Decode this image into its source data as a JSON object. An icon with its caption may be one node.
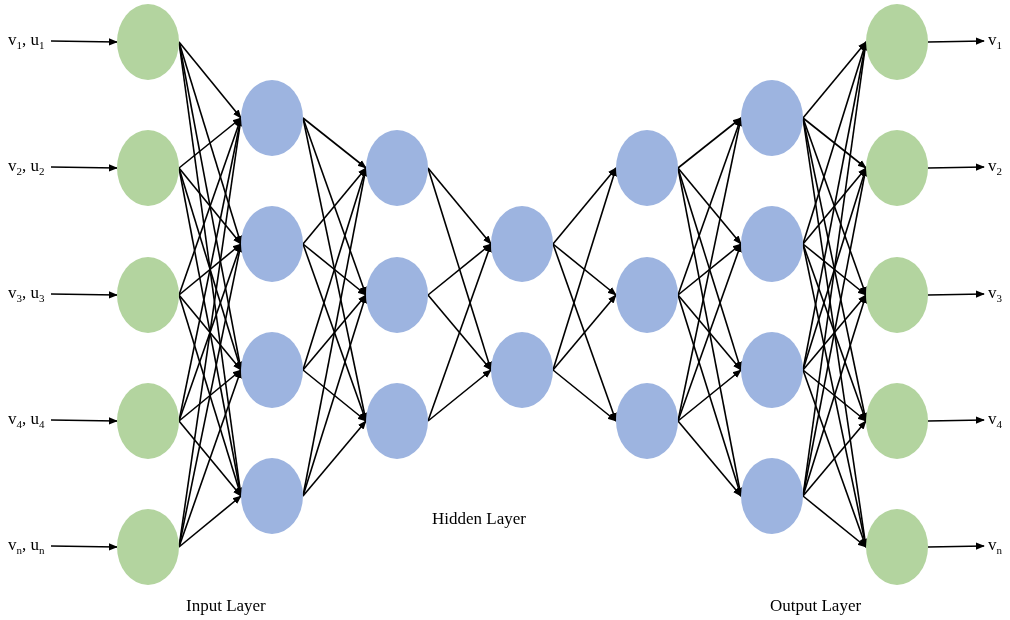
{
  "diagram": {
    "nodes": [
      {
        "text": [
          "v$_{1}$, u$_{1}$"
        ]
      },
      {
        "text": [
          "v$_{2}$, u$_{2}$"
        ]
      },
      {
        "text": [
          "v$_{3}$, u$_{3}$"
        ]
      },
      {
        "text": [
          "v$_{4}$, u$_{4}$"
        ]
      },
      {
        "text": [
          "v$_{n}$, u$_{n}$"
        ]
      },
      {
        "text": [],
        "shape": "circle"
      },
      {
        "text": [],
        "shape": "circle"
      },
      {
        "text": [],
        "shape": "circle"
      },
      {
        "text": [],
        "shape": "circle"
      },
      {
        "text": [],
        "shape": "circle"
      },
      {
        "text": [],
        "shape": "circle"
      },
      {
        "text": [],
        "shape": "circle"
      },
      {
        "text": [],
        "shape": "circle"
      },
      {
        "text": [],
        "shape": "circle"
      },
      {
        "text": [],
        "shape": "circle"
      },
      {
        "text": [],
        "shape": "circle"
      },
      {
        "text": [],
        "shape": "circle"
      },
      {
        "text": [],
        "shape": "circle"
      },
      {
        "text": [],
        "shape": "circle"
      },
      {
        "text": [],
        "shape": "circle"
      },
      {
        "text": [],
        "shape": "circle"
      },
      {
        "text": [],
        "shape": "circle"
      },
      {
        "text": [],
        "shape": "circle"
      },
      {
        "text": [],
        "shape": "circle"
      },
      {
        "text": [],
        "shape": "circle"
      },
      {
        "text": [],
        "shape": "circle"
      },
      {
        "text": [],
        "shape": "circle"
      },
      {
        "text": [],
        "shape": "circle"
      },
      {
        "text": [],
        "shape": "circle"
      },
      {
        "text": [],
        "shape": "circle"
      },
      {
        "text": [],
        "shape": "circle"
      },
      {
        "text": [
          "v$_{1}$"
        ]
      },
      {
        "text": [
          "v$_{2}$"
        ]
      },
      {
        "text": [
          "v$_{3}$"
        ]
      },
      {
        "text": [
          "v$_{4}$"
        ]
      },
      {
        "text": [
          "v$_{n}$"
        ]
      }
    ],
    "edges": [
      {
        "from": 0,
        "to": 5,
        "arrow": "to"
      },
      {
        "from": 1,
        "to": 6,
        "arrow": "to"
      },
      {
        "from": 2,
        "to": 7,
        "arrow": "to"
      },
      {
        "from": 3,
        "to": 8,
        "arrow": "to"
      },
      {
        "from": 4,
        "to": 9,
        "arrow": "to"
      },
      {
        "from": 5,
        "to": 10,
        "arrow": "to"
      },
      {
        "from": 5,
        "to": 11,
        "arrow": "to"
      },
      {
        "from": 5,
        "to": 12,
        "arrow": "to"
      },
      {
        "from": 5,
        "to": 13,
        "arrow": "to"
      },
      {
        "from": 6,
        "to": 10,
        "arrow": "to"
      },
      {
        "from": 6,
        "to": 11,
        "arrow": "to"
      },
      {
        "from": 6,
        "to": 12,
        "arrow": "to"
      },
      {
        "from": 6,
        "to": 13,
        "arrow": "to"
      },
      {
        "from": 7,
        "to": 10,
        "arrow": "to"
      },
      {
        "from": 7,
        "to": 11,
        "arrow": "to"
      },
      {
        "from": 7,
        "to": 12,
        "arrow": "to"
      },
      {
        "from": 7,
        "to": 13,
        "arrow": "to"
      },
      {
        "from": 8,
        "to": 10,
        "arrow": "to"
      },
      {
        "from": 8,
        "to": 11,
        "arrow": "to"
      },
      {
        "from": 8,
        "to": 12,
        "arrow": "to"
      },
      {
        "from": 8,
        "to": 13,
        "arrow": "to"
      },
      {
        "from": 9,
        "to": 10,
        "arrow": "to"
      },
      {
        "from": 9,
        "to": 11,
        "arrow": "to"
      },
      {
        "from": 9,
        "to": 12,
        "arrow": "to"
      },
      {
        "from": 9,
        "to": 13,
        "arrow": "to"
      },
      {
        "from": 10,
        "to": 14,
        "arrow": "to"
      },
      {
        "from": 10,
        "to": 15,
        "arrow": "to"
      },
      {
        "from": 10,
        "to": 16,
        "arrow": "to"
      },
      {
        "from": 11,
        "to": 14,
        "arrow": "to"
      },
      {
        "from": 11,
        "to": 15,
        "arrow": "to"
      },
      {
        "from": 11,
        "to": 16,
        "arrow": "to"
      },
      {
        "from": 12,
        "to": 14,
        "arrow": "to"
      },
      {
        "from": 12,
        "to": 15,
        "arrow": "to"
      },
      {
        "from": 12,
        "to": 16,
        "arrow": "to"
      },
      {
        "from": 13,
        "to": 14,
        "arrow": "to"
      },
      {
        "from": 13,
        "to": 15,
        "arrow": "to"
      },
      {
        "from": 13,
        "to": 16,
        "arrow": "to"
      },
      {
        "from": 14,
        "to": 17,
        "arrow": "to"
      },
      {
        "from": 14,
        "to": 18,
        "arrow": "to"
      },
      {
        "from": 15,
        "to": 17,
        "arrow": "to"
      },
      {
        "from": 15,
        "to": 18,
        "arrow": "to"
      },
      {
        "from": 16,
        "to": 17,
        "arrow": "to"
      },
      {
        "from": 16,
        "to": 18,
        "arrow": "to"
      },
      {
        "from": 17,
        "to": 19,
        "arrow": "to"
      },
      {
        "from": 17,
        "to": 20,
        "arrow": "to"
      },
      {
        "from": 17,
        "to": 21,
        "arrow": "to"
      },
      {
        "from": 18,
        "to": 19,
        "arrow": "to"
      },
      {
        "from": 18,
        "to": 20,
        "arrow": "to"
      },
      {
        "from": 18,
        "to": 21,
        "arrow": "to"
      },
      {
        "from": 19,
        "to": 22,
        "arrow": "to"
      },
      {
        "from": 19,
        "to": 23,
        "arrow": "to"
      },
      {
        "from": 19,
        "to": 24,
        "arrow": "to"
      },
      {
        "from": 19,
        "to": 25,
        "arrow": "to"
      },
      {
        "from": 20,
        "to": 22,
        "arrow": "to"
      },
      {
        "from": 20,
        "to": 23,
        "arrow": "to"
      },
      {
        "from": 20,
        "to": 24,
        "arrow": "to"
      },
      {
        "from": 20,
        "to": 25,
        "arrow": "to"
      },
      {
        "from": 21,
        "to": 22,
        "arrow": "to"
      },
      {
        "from": 21,
        "to": 23,
        "arrow": "to"
      },
      {
        "from": 21,
        "to": 24,
        "arrow": "to"
      },
      {
        "from": 21,
        "to": 25,
        "arrow": "to"
      },
      {
        "from": 22,
        "to": 26,
        "arrow": "to"
      },
      {
        "from": 22,
        "to": 27,
        "arrow": "to"
      },
      {
        "from": 22,
        "to": 28,
        "arrow": "to"
      },
      {
        "from": 22,
        "to": 29,
        "arrow": "to"
      },
      {
        "from": 22,
        "to": 30,
        "arrow": "to"
      },
      {
        "from": 23,
        "to": 26,
        "arrow": "to"
      },
      {
        "from": 23,
        "to": 27,
        "arrow": "to"
      },
      {
        "from": 23,
        "to": 28,
        "arrow": "to"
      },
      {
        "from": 23,
        "to": 29,
        "arrow": "to"
      },
      {
        "from": 23,
        "to": 30,
        "arrow": "to"
      },
      {
        "from": 24,
        "to": 26,
        "arrow": "to"
      },
      {
        "from": 24,
        "to": 27,
        "arrow": "to"
      },
      {
        "from": 24,
        "to": 28,
        "arrow": "to"
      },
      {
        "from": 24,
        "to": 29,
        "arrow": "to"
      },
      {
        "from": 24,
        "to": 30,
        "arrow": "to"
      },
      {
        "from": 25,
        "to": 26,
        "arrow": "to"
      },
      {
        "from": 25,
        "to": 27,
        "arrow": "to"
      },
      {
        "from": 25,
        "to": 28,
        "arrow": "to"
      },
      {
        "from": 25,
        "to": 29,
        "arrow": "to"
      },
      {
        "from": 25,
        "to": 30,
        "arrow": "to"
      },
      {
        "from": 26,
        "to": 31,
        "arrow": "to"
      },
      {
        "from": 27,
        "to": 32,
        "arrow": "to"
      },
      {
        "from": 28,
        "to": 33,
        "arrow": "to"
      },
      {
        "from": 29,
        "to": 34,
        "arrow": "to"
      },
      {
        "from": 30,
        "to": 35,
        "arrow": "to"
      }
    ],
    "labels": [
      "Hidden Layer",
      "Input Layer",
      "Output Layer"
    ]
  }
}
